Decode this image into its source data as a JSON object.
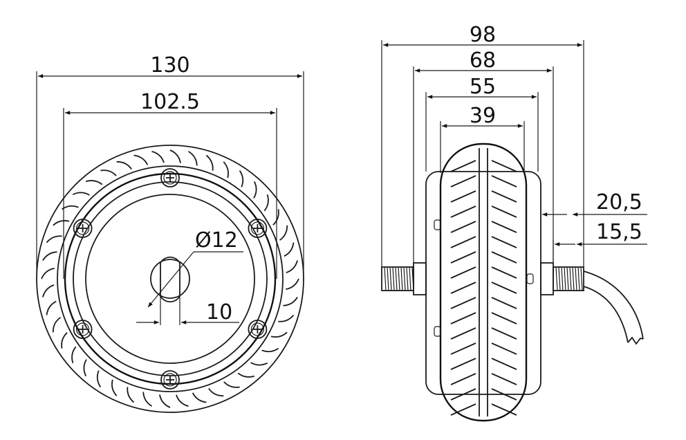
{
  "dimensions": {
    "front_outer_diameter": "130",
    "front_rim_diameter": "102.5",
    "axle_diameter": "Ø12",
    "axle_flat": "10",
    "side_total_width": "98",
    "side_hub_width": "68",
    "side_tire_outer_width": "55",
    "side_tread_width": "39",
    "axle_thread_length": "20,5",
    "axle_flat_length": "15,5"
  },
  "colors": {
    "line": "#1a1a1a",
    "background": "#ffffff"
  }
}
